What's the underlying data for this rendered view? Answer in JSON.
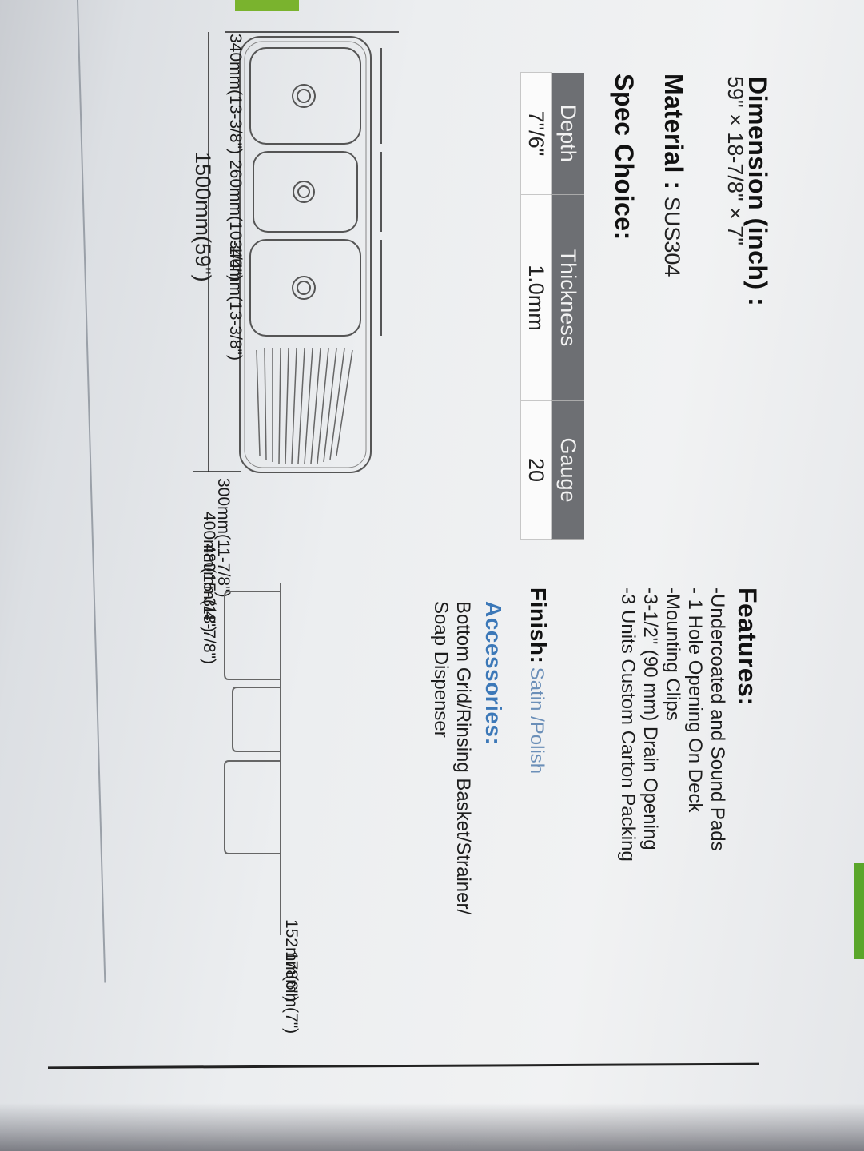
{
  "specs": {
    "dimension_label": "Dimension (inch) :",
    "dimension_value": "59\" × 18-7/8\" × 7\"",
    "material_label": "Material :",
    "material_value": "SUS304",
    "spec_choice_label": "Spec Choice:",
    "table": {
      "headers": [
        "Depth",
        "Thickness",
        "Gauge"
      ],
      "row": [
        "7\"/6\"",
        "1.0mm",
        "20"
      ]
    }
  },
  "features": {
    "title": "Features:",
    "items": [
      "-Undercoated and Sound Pads",
      "- 1 Hole Opening On Deck",
      "-Mounting Clips",
      "-3-1/2\" (90 mm) Drain Opening",
      "-3 Units Custom Carton Packing"
    ]
  },
  "finish": {
    "label": "Finish:",
    "value": "Satin /Polish"
  },
  "accessories": {
    "title": "Accessories:",
    "lines": [
      "Bottom Grid/Rinsing Basket/Strainer/",
      "Soap Dispenser"
    ]
  },
  "dimensions": {
    "bowl_left": "340mm(13-3/8\")",
    "bowl_middle": "260mm(10-1/4\")",
    "bowl_right": "340mm(13-3/8\")",
    "overall_length": "1500mm(59\")",
    "bowl_width": "300mm(11-7/8\")",
    "inner_width": "400mm(15-3/4\")",
    "overall_width": "480mm(18-7/8\")",
    "depth_small": "152mm(6\")",
    "depth_large": "178mm(7\")"
  },
  "colors": {
    "accent_blue": "#3c78b8",
    "table_header": "#6d6f73",
    "brand_green": "#7ab32e"
  }
}
